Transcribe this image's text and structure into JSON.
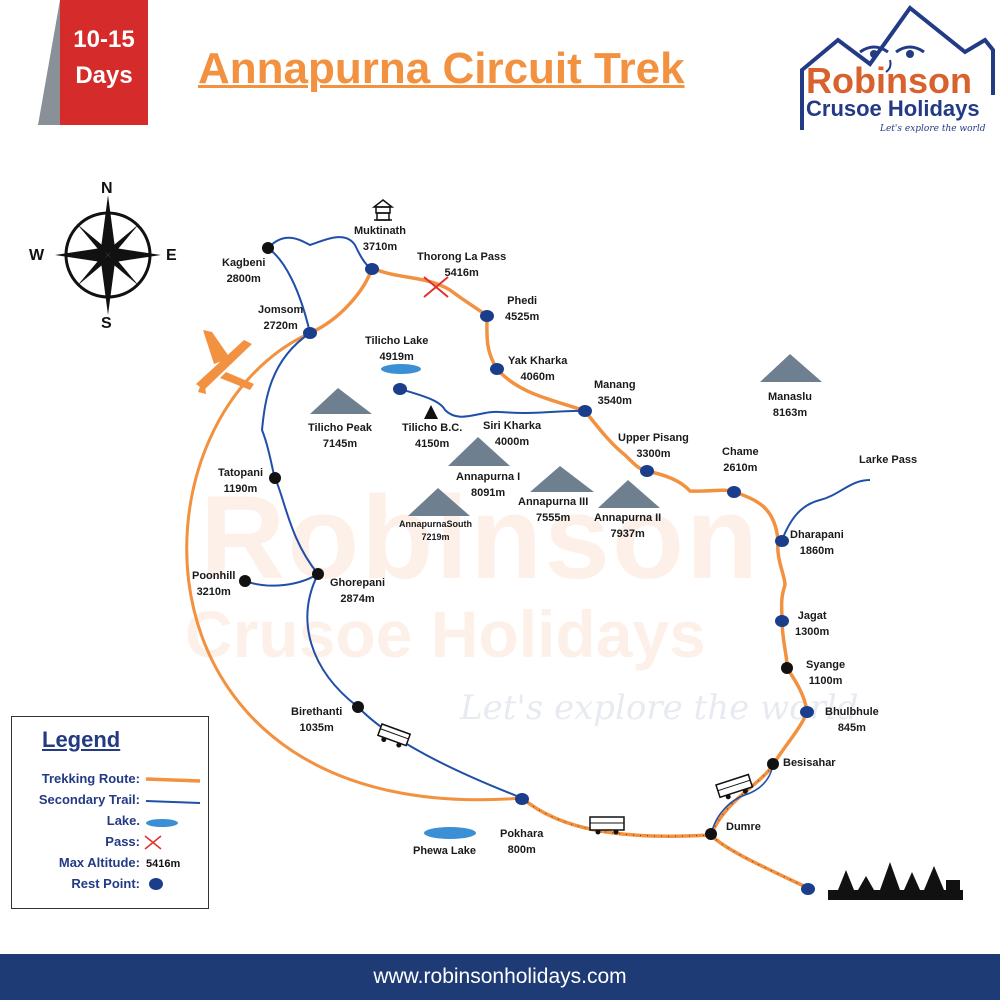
{
  "header": {
    "duration_number": "10-15",
    "duration_unit": "Days",
    "title": "Annapurna Circuit Trek"
  },
  "logo": {
    "name": "Robinson",
    "subname": "Crusoe Holidays",
    "tagline": "Let's explore the world"
  },
  "watermark": {
    "line1": "Robinson",
    "line2": "Crusoe Holidays",
    "tagline": "Let's explore the world"
  },
  "compass": {
    "n": "N",
    "s": "S",
    "e": "E",
    "w": "W"
  },
  "places": {
    "muktinath": {
      "name": "Muktinath",
      "alt": "3710m"
    },
    "thorong_la": {
      "name": "Thorong La Pass",
      "alt": "5416m"
    },
    "kagbeni": {
      "name": "Kagbeni",
      "alt": "2800m"
    },
    "jomsom": {
      "name": "Jomsom",
      "alt": "2720m"
    },
    "phedi": {
      "name": "Phedi",
      "alt": "4525m"
    },
    "tilicho_lake": {
      "name": "Tilicho Lake",
      "alt": "4919m"
    },
    "yak_kharka": {
      "name": "Yak Kharka",
      "alt": "4060m"
    },
    "manang": {
      "name": "Manang",
      "alt": "3540m"
    },
    "manaslu": {
      "name": "Manaslu",
      "alt": "8163m"
    },
    "tilicho_peak": {
      "name": "Tilicho Peak",
      "alt": "7145m"
    },
    "tilicho_bc": {
      "name": "Tilicho B.C.",
      "alt": "4150m"
    },
    "siri_kharka": {
      "name": "Siri Kharka",
      "alt": "4000m"
    },
    "upper_pisang": {
      "name": "Upper Pisang",
      "alt": "3300m"
    },
    "chame": {
      "name": "Chame",
      "alt": "2610m"
    },
    "larke_pass": {
      "name": "Larke Pass"
    },
    "tatopani": {
      "name": "Tatopani",
      "alt": "1190m"
    },
    "annapurna_1": {
      "name": "Annapurna I",
      "alt": "8091m"
    },
    "annapurna_3": {
      "name": "Annapurna III",
      "alt": "7555m"
    },
    "annapurna_2": {
      "name": "Annapurna II",
      "alt": "7937m"
    },
    "annapurna_south": {
      "name": "AnnapurnaSouth",
      "alt": "7219m"
    },
    "dharapani": {
      "name": "Dharapani",
      "alt": "1860m"
    },
    "poonhill": {
      "name": "Poonhill",
      "alt": "3210m"
    },
    "ghorepani": {
      "name": "Ghorepani",
      "alt": "2874m"
    },
    "jagat": {
      "name": "Jagat",
      "alt": "1300m"
    },
    "syange": {
      "name": "Syange",
      "alt": "1100m"
    },
    "birethanti": {
      "name": "Birethanti",
      "alt": "1035m"
    },
    "bhulbhule": {
      "name": "Bhulbhule",
      "alt": "845m"
    },
    "besisahar": {
      "name": "Besisahar"
    },
    "dumre": {
      "name": "Dumre"
    },
    "pokhara": {
      "name": "Pokhara",
      "alt": "800m"
    },
    "phewa_lake": {
      "name": "Phewa Lake"
    }
  },
  "legend": {
    "title": "Legend",
    "trekking_route": "Trekking Route:",
    "secondary_trail": "Secondary Trail:",
    "lake": "Lake.",
    "pass": "Pass:",
    "max_altitude": "Max Altitude:",
    "max_altitude_value": "5416m",
    "rest_point": "Rest Point:"
  },
  "colors": {
    "trekking_route": "#f2913f",
    "secondary_trail": "#1f4fa8",
    "rest_point": "#1a3e8c",
    "pass_marker": "#e0312c",
    "title": "#f2913f",
    "badge": "#d52b2b",
    "footer": "#1f3b76",
    "lake": "#3b8fd4",
    "mountain": "#6e8090"
  },
  "footer": {
    "url": "www.robinsonholidays.com"
  }
}
